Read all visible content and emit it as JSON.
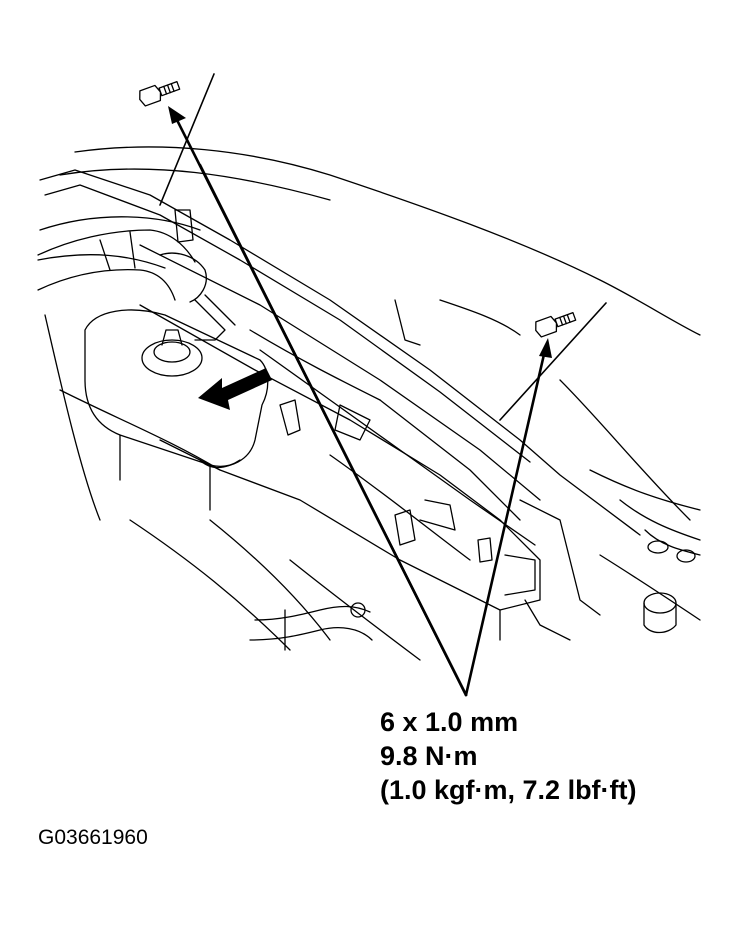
{
  "callout": {
    "bolt_size": "6 x 1.0 mm",
    "torque_nm": "9.8 N·m",
    "torque_alt": "(1.0 kgf·m, 7.2 lbf·ft)"
  },
  "figure_id": "G03661960",
  "colors": {
    "ink": "#000000",
    "paper": "#ffffff"
  },
  "icons": [
    "bolt-icon",
    "direction-arrow-icon"
  ]
}
